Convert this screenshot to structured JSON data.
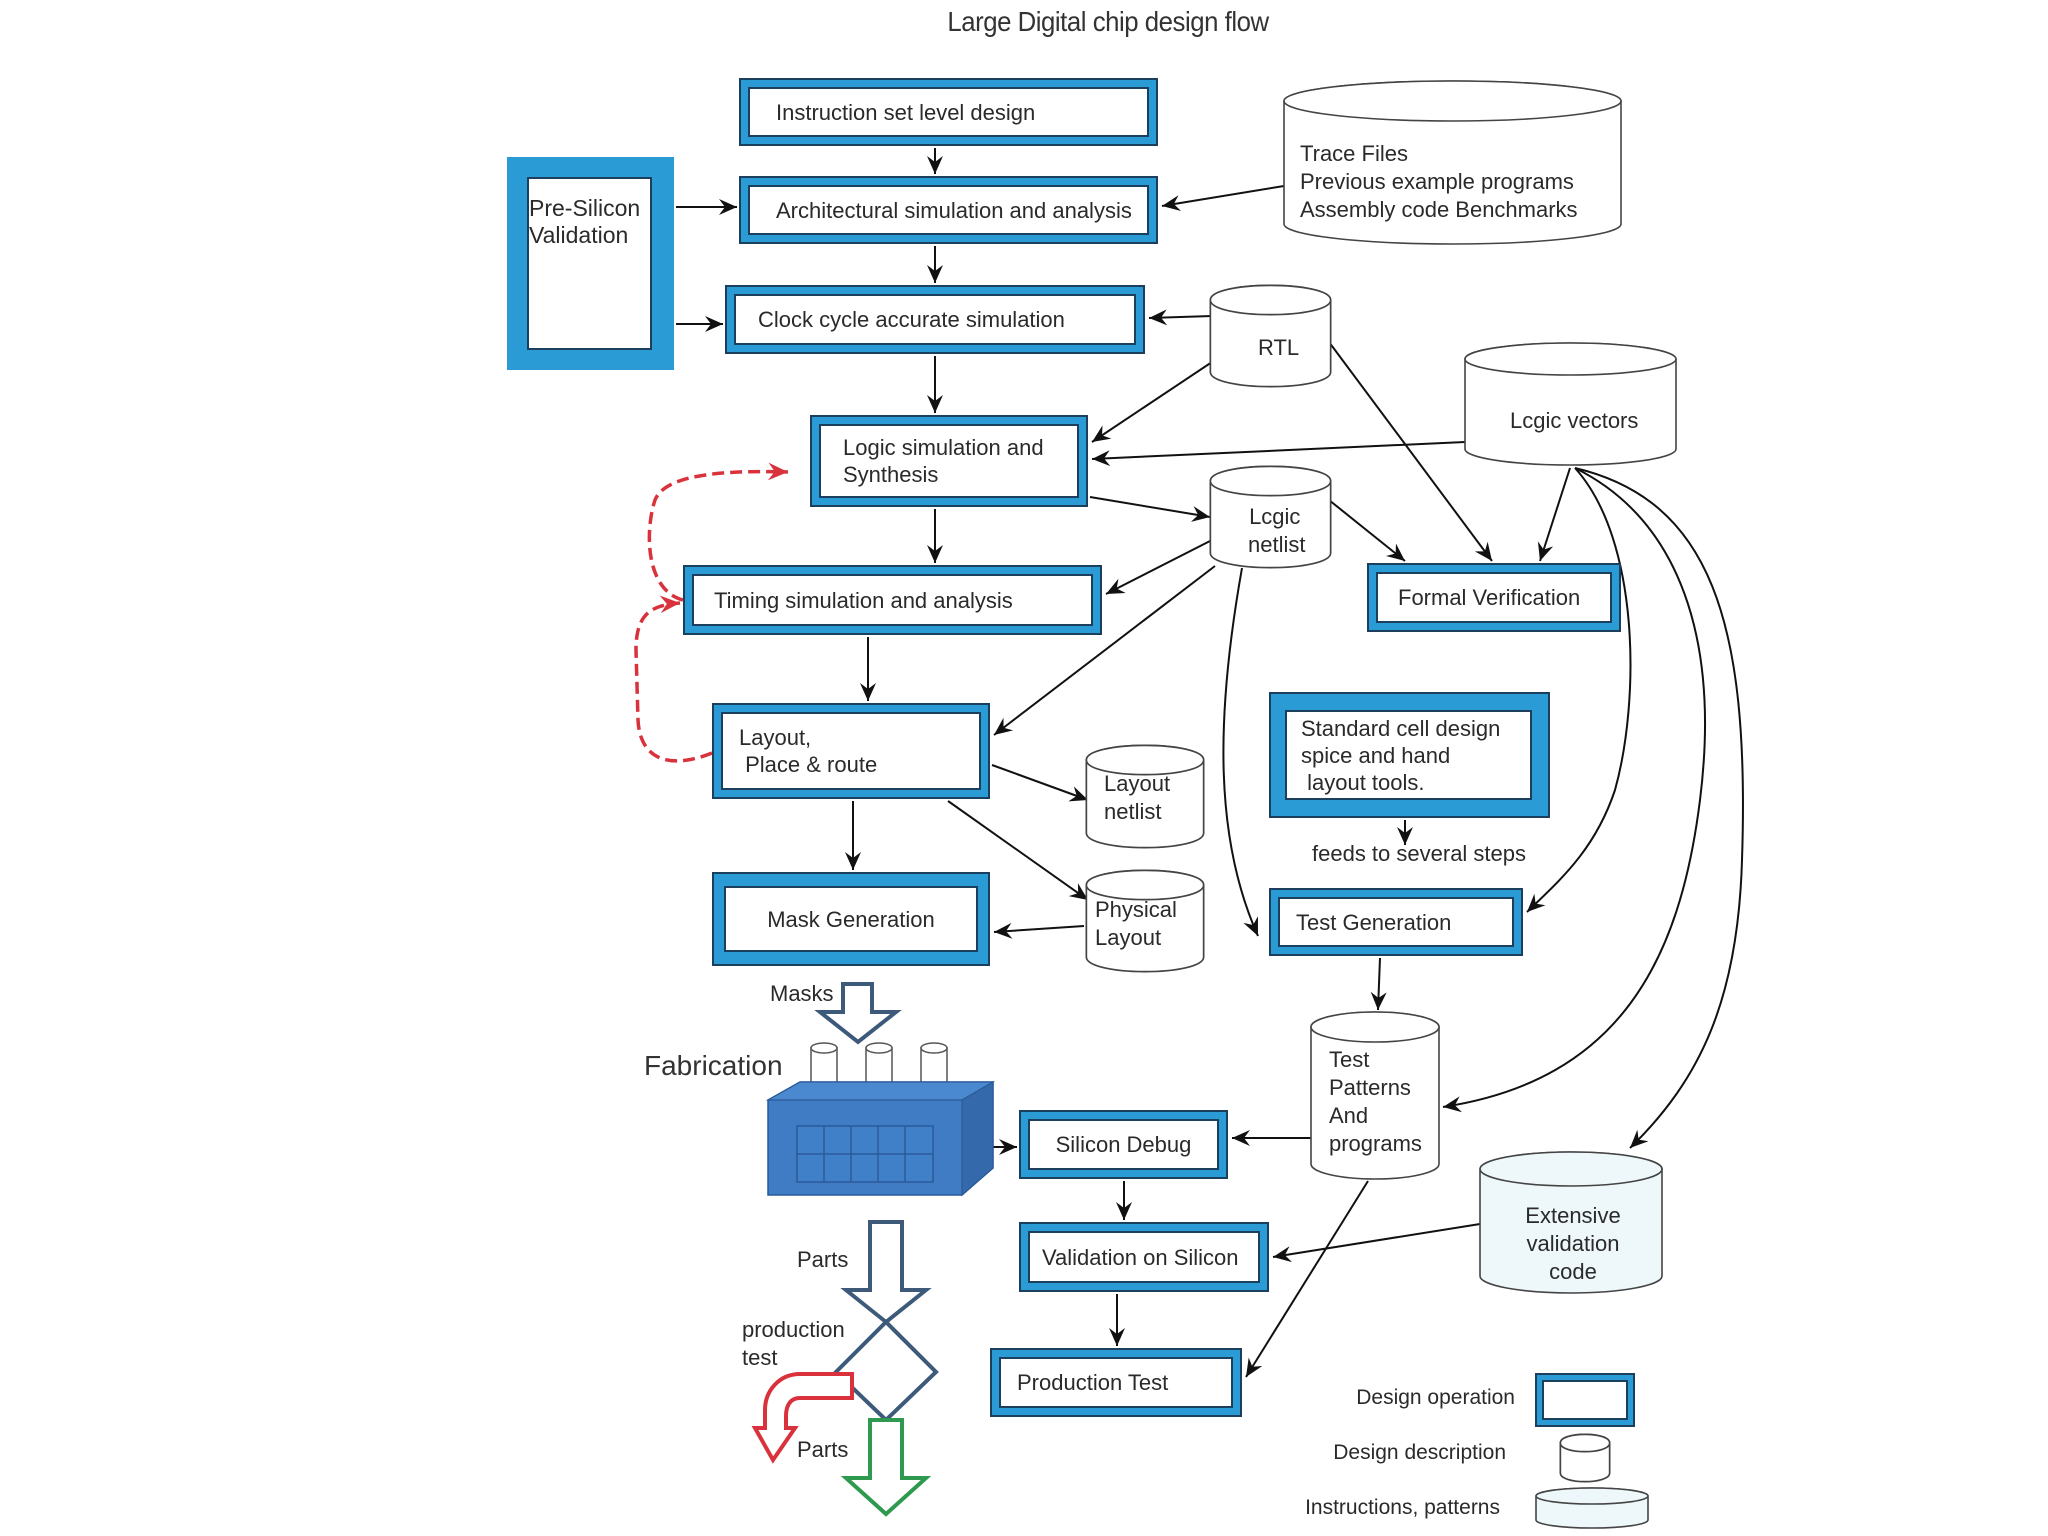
{
  "title": "Large Digital chip design flow",
  "colors": {
    "operation_fill": "#2b9bd6",
    "operation_line": "#1c3f5e",
    "feedback_dashed": "#d9323c",
    "factory": "#3f7cc4",
    "reject_arrow": "#d9323c",
    "pass_arrow": "#2f9a4f",
    "instructions_tint": "#eef8fb"
  },
  "operations": {
    "instruction_set": "Instruction set level  design",
    "architectural": "Architectural simulation and analysis",
    "pre_silicon": [
      "Pre-Silicon",
      "Validation"
    ],
    "clock_cycle": "Clock cycle accurate simulation",
    "logic_sim": [
      "Logic simulation and",
      "Synthesis"
    ],
    "timing": "Timing simulation and analysis",
    "formal": "Formal Verification",
    "layout": [
      "Layout,",
      " Place & route"
    ],
    "standard_cell": [
      "Standard cell design",
      "spice and hand",
      " layout tools."
    ],
    "mask_gen": "Mask Generation",
    "test_gen": "Test Generation",
    "silicon_debug": "Silicon Debug",
    "validation_silicon": "Validation on Silicon",
    "production_test": "Production Test"
  },
  "descriptions": {
    "trace_files": [
      "Trace Files",
      "Previous example programs",
      "Assembly code Benchmarks"
    ],
    "rtl": "RTL",
    "logic_vectors": "Lcgic vectors",
    "logic_netlist": [
      "Lcgic",
      "netlist"
    ],
    "layout_netlist": [
      "Layout",
      "netlist"
    ],
    "physical_layout": [
      "Physical",
      "Layout"
    ],
    "test_patterns": [
      "Test",
      "Patterns",
      "And",
      "programs"
    ],
    "extensive_validation": [
      "Extensive",
      "validation",
      "code"
    ]
  },
  "labels": {
    "feeds": "feeds to several steps",
    "masks": "Masks",
    "fabrication": "Fabrication",
    "parts_in": "Parts",
    "production_test": [
      "production",
      "test"
    ],
    "parts_out": "Parts"
  },
  "legend": [
    {
      "label": "Design operation",
      "symbol": "operation-box"
    },
    {
      "label": "Design description",
      "symbol": "double-cylinder"
    },
    {
      "label": "Instructions, patterns",
      "symbol": "tinted-cylinder"
    }
  ]
}
